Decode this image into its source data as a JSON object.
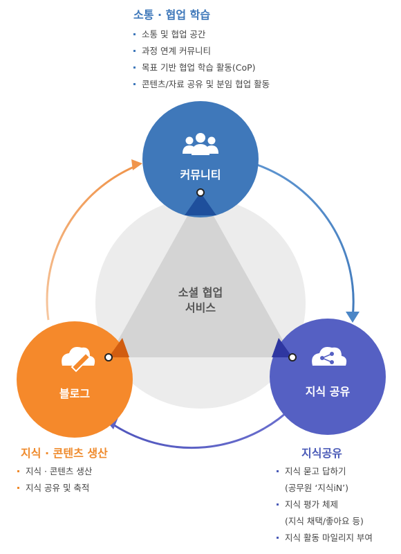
{
  "center_label": [
    "소셜 협업",
    "서비스"
  ],
  "nodes": {
    "community": {
      "label": "커뮤니티",
      "icon": "people-icon",
      "color": "#3f78ba"
    },
    "blog": {
      "label": "블로그",
      "icon": "cloud-pencil-icon",
      "color": "#f5892b"
    },
    "knowledge": {
      "label": "지식 공유",
      "icon": "cloud-share-icon",
      "color": "#5560c3"
    }
  },
  "sections": {
    "top": {
      "title": "소통 · 협업 학습",
      "items": [
        {
          "text": "소통 및 협업 공간"
        },
        {
          "text": "과정 연계 커뮤니티"
        },
        {
          "text": "목표 기반 협업 학습 활동(CoP)"
        },
        {
          "text": "콘텐츠/자료 공유 및 분임 협업 활동"
        }
      ]
    },
    "left": {
      "title": "지식 · 콘텐츠 생산",
      "items": [
        {
          "text": "지식 · 콘텐츠 생산"
        },
        {
          "text": "지식 공유 및 축적"
        }
      ]
    },
    "right": {
      "title": "지식공유",
      "items": [
        {
          "text": "지식 묻고 답하기",
          "sub": "(공무원 ‘지식iN’)"
        },
        {
          "text": "지식 평가 체제",
          "sub": "(지식 채택/좋아요 등)"
        },
        {
          "text": "지식 활동 마일리지 부여"
        }
      ]
    }
  },
  "colors": {
    "top_accent": "#3f78ba",
    "left_accent": "#ef8a2c",
    "right_accent": "#4a5ab7",
    "arrow_top_to_right": "#4b86c6",
    "arrow_right_to_left": "#5d62c4",
    "arrow_left_to_top": "#f0a468"
  }
}
